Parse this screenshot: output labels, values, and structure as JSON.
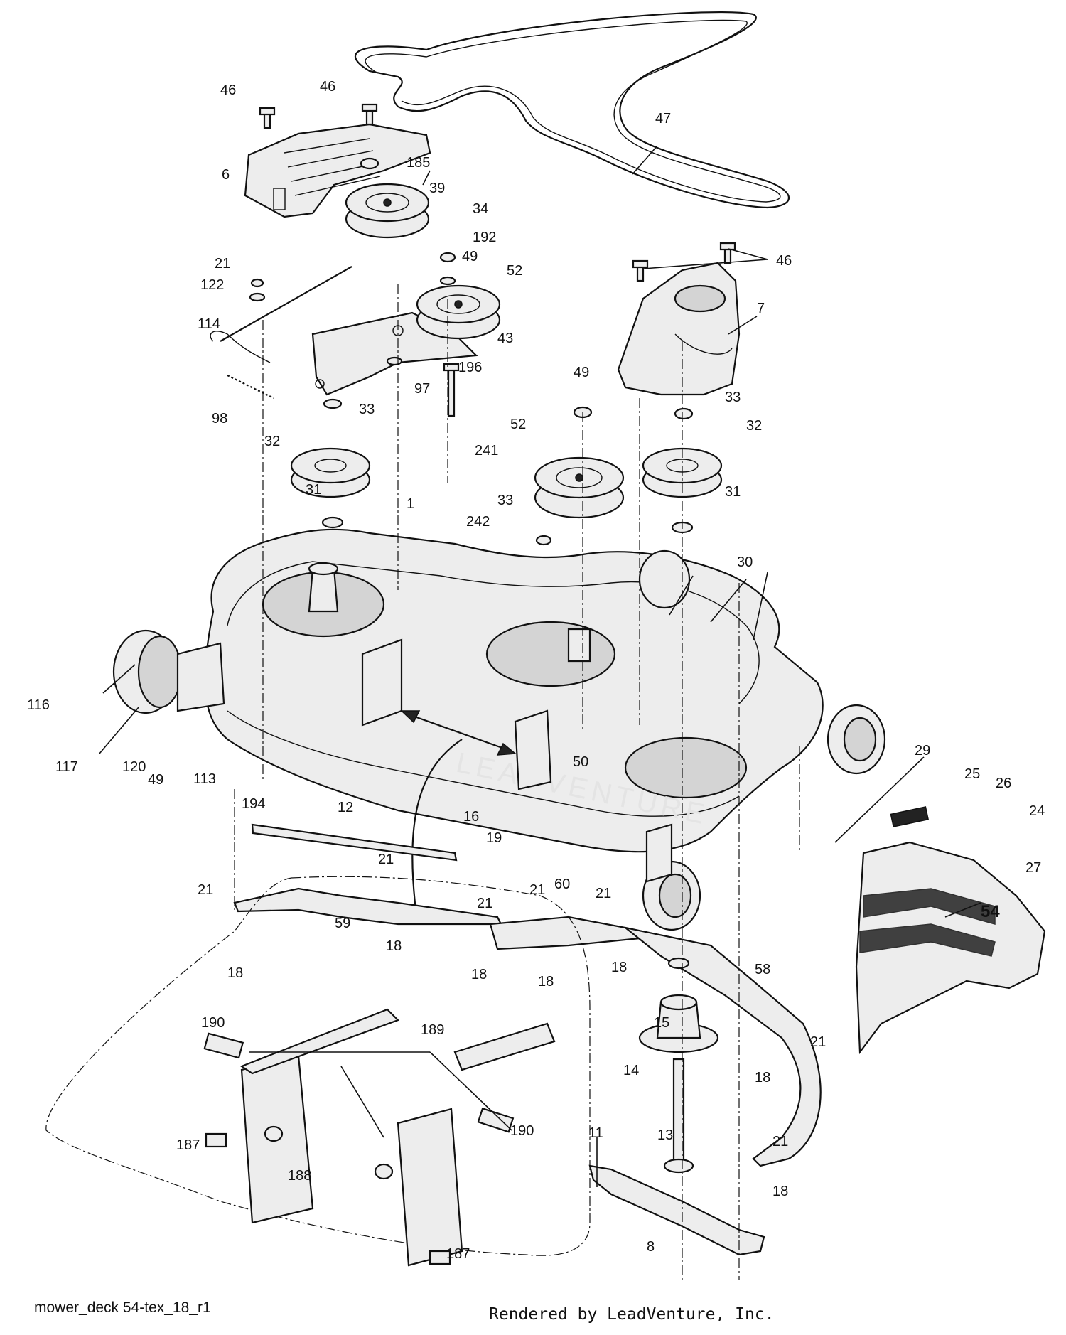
{
  "figure_label": "mower_deck 54-tex_18_r1",
  "credit": "Rendered by LeadVenture, Inc.",
  "watermark": "LEADVENTURE",
  "deck_badge": "54",
  "callouts": [
    "46",
    "46",
    "47",
    "185",
    "6",
    "39",
    "34",
    "192",
    "49",
    "52",
    "46",
    "7",
    "21",
    "122",
    "114",
    "43",
    "196",
    "97",
    "98",
    "33",
    "49",
    "33",
    "32",
    "52",
    "32",
    "241",
    "31",
    "242",
    "33",
    "1",
    "31",
    "30",
    "116",
    "117",
    "120",
    "49",
    "113",
    "194",
    "50",
    "29",
    "25",
    "26",
    "24",
    "12",
    "16",
    "19",
    "21",
    "21",
    "21",
    "21",
    "27",
    "21",
    "60",
    "59",
    "18",
    "18",
    "18",
    "18",
    "18",
    "58",
    "15",
    "190",
    "189",
    "21",
    "14",
    "18",
    "187",
    "190",
    "13",
    "11",
    "21",
    "188",
    "18",
    "187",
    "8"
  ]
}
